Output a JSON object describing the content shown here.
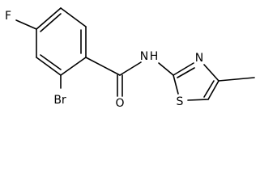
{
  "structure": {
    "atoms": {
      "fluorine": "F",
      "bromine": "Br",
      "oxygen": "O",
      "amide_nitrogen": "N",
      "amide_hydrogen": "H",
      "thiazole_nitrogen": "N",
      "thiazole_sulfur": "S"
    }
  }
}
